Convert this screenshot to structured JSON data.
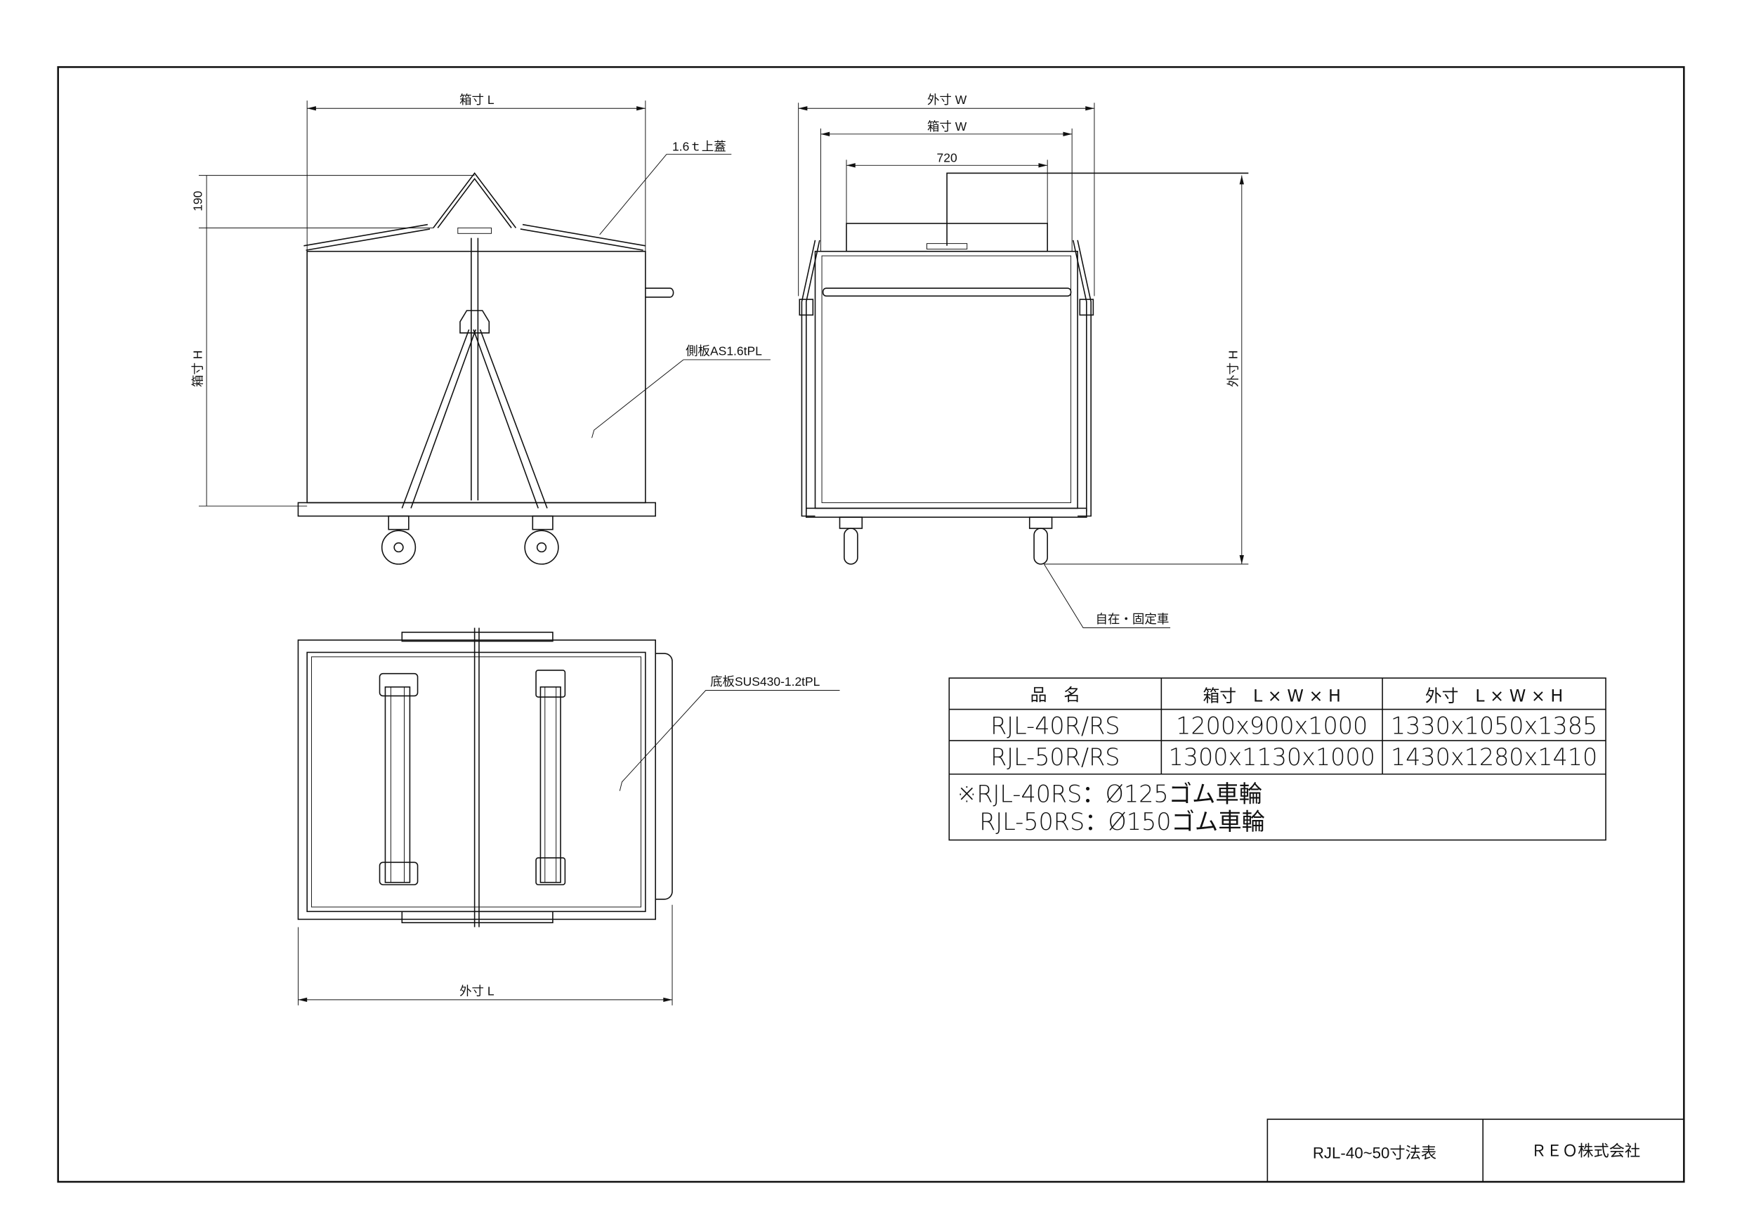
{
  "drawing": {
    "side_view": {
      "box_length_label": "箱寸 L",
      "lid_height": "190",
      "box_height_label": "箱寸 H",
      "lid_note": "1.6ｔ上蓋",
      "side_plate_note": "側板AS1.6tPL"
    },
    "front_view": {
      "outer_width_label": "外寸 W",
      "box_width_label": "箱寸 W",
      "lid_width": "720",
      "outer_height_label": "外寸 H",
      "caster_note": "自在・固定車"
    },
    "top_view": {
      "outer_length_label": "外寸 L",
      "bottom_plate_note": "底板SUS430-1.2tPL"
    }
  },
  "spec_table": {
    "headers": [
      "品　名",
      "箱寸　L × W × H",
      "外寸　L × W × H"
    ],
    "rows": [
      [
        "RJL-40R/RS",
        "1200x900x1000",
        "1330x1050x1385"
      ],
      [
        "RJL-50R/RS",
        "1300x1130x1000",
        "1430x1280x1410"
      ]
    ],
    "notes": [
      "※RJL-40RS：Ø125ゴム車輪",
      "RJL-50RS：Ø150ゴム車輪"
    ]
  },
  "title_block": {
    "drawing_title": "RJL-40~50寸法表",
    "company": "ＲＥＯ株式会社"
  }
}
